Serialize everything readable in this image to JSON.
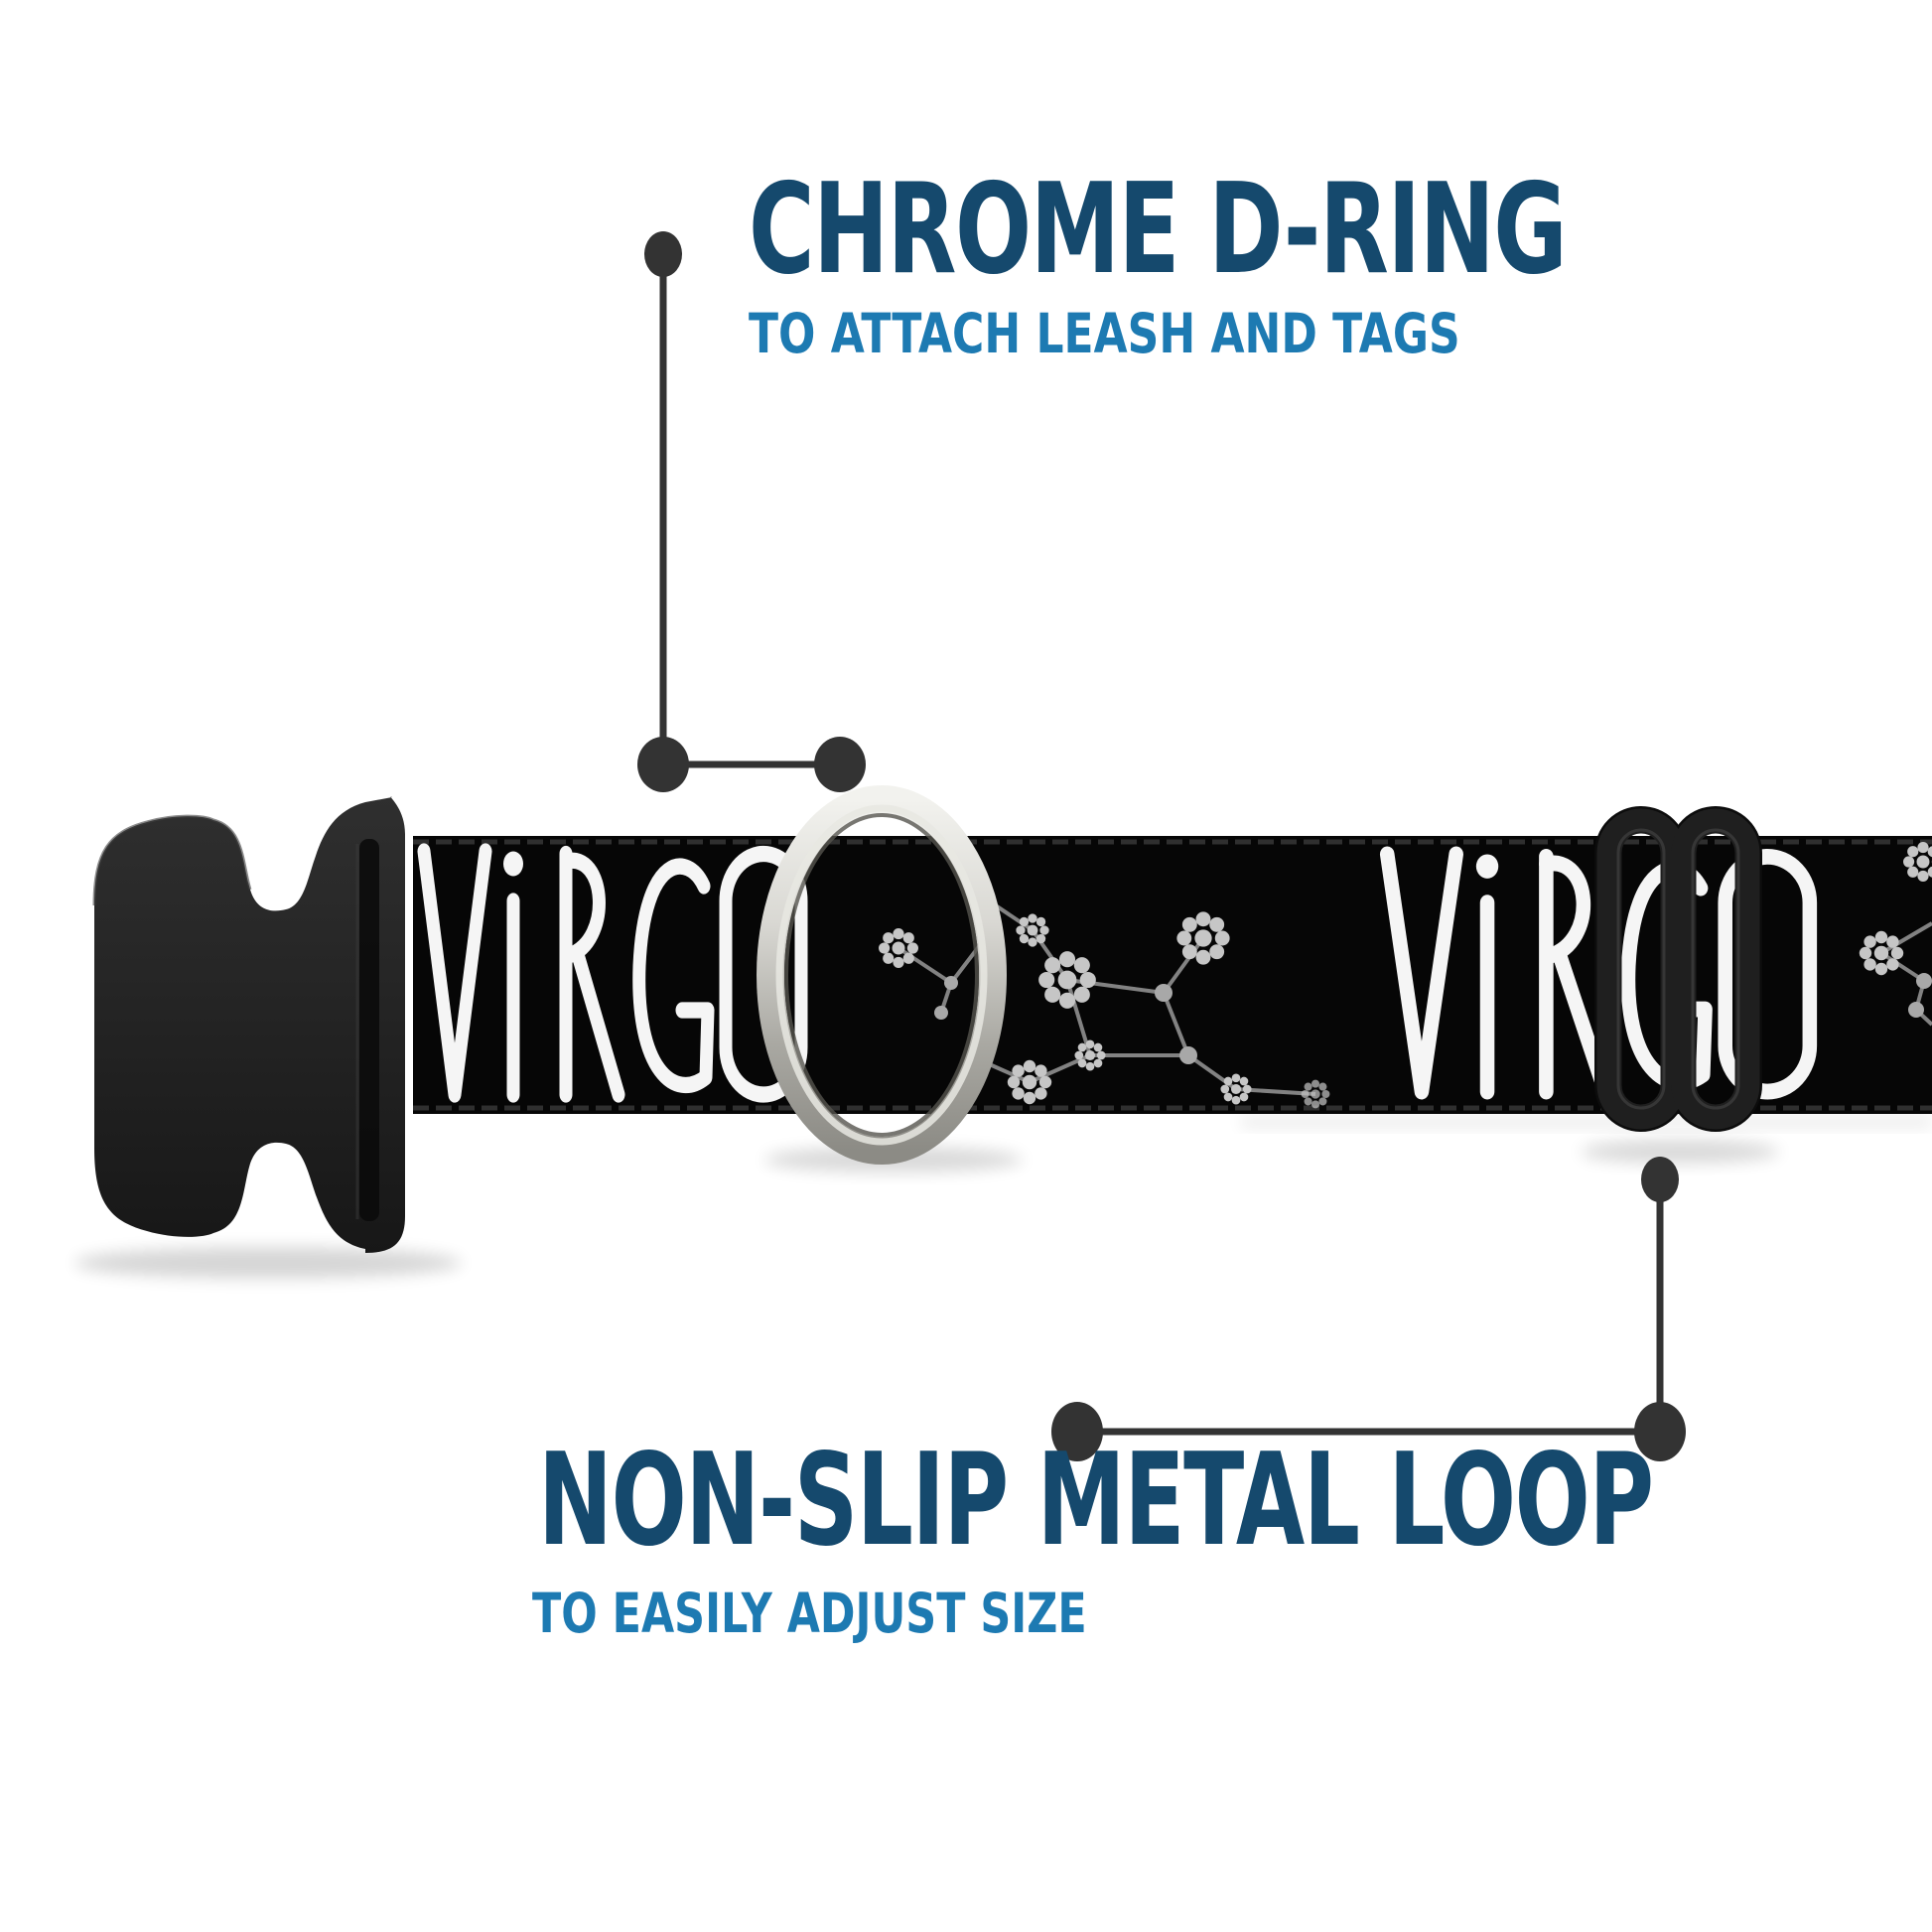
{
  "annotations": {
    "top": {
      "title": "CHROME D-RING",
      "subtitle": "TO ATTACH LEASH AND TAGS"
    },
    "bottom": {
      "title": "NON-SLIP METAL LOOP",
      "subtitle": "TO EASILY ADJUST SIZE"
    }
  },
  "collar": {
    "print_text_left": "ViRGO",
    "print_text_right": "ViRGO",
    "pattern": "Virgo zodiac constellation with flower stars",
    "parts": [
      "side-release-buckle",
      "chrome-d-ring",
      "non-slip-metal-loop-slider",
      "black-webbing-strap"
    ]
  },
  "colors": {
    "background": "#ffffff",
    "title_navy": "#15496d",
    "subtitle_blue": "#1d7ab2",
    "leader_gray": "#333333",
    "strap_black": "#060606",
    "buckle_dark": "#242424",
    "chrome_light": "#f2f2ee",
    "chrome_dark": "#8c8b85",
    "star_gray": "#c6c6c6",
    "constellation_line": "#909090"
  }
}
